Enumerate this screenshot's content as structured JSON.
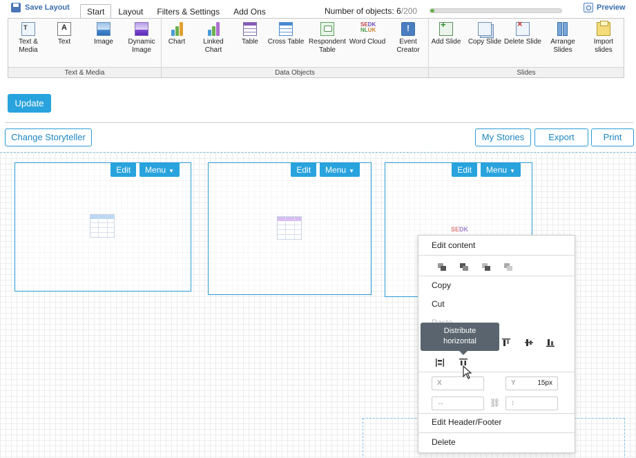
{
  "topbar": {
    "save_label": "Save Layout",
    "tabs": [
      {
        "label": "Start",
        "active": true
      },
      {
        "label": "Layout",
        "active": false
      },
      {
        "label": "Filters & Settings",
        "active": false
      },
      {
        "label": "Add Ons",
        "active": false
      }
    ],
    "objects_label": "Number of objects:",
    "objects_count": "6",
    "objects_max": "/200",
    "objects_fraction": 0.03,
    "preview_label": "Preview"
  },
  "ribbon": {
    "groups": [
      {
        "label": "Text & Media",
        "buttons": [
          "Text & Media",
          "Text",
          "Image",
          "Dynamic Image"
        ]
      },
      {
        "label": "Data Objects",
        "buttons": [
          "Chart",
          "Linked Chart",
          "Table",
          "Cross Table",
          "Respondent Table",
          "Word Cloud",
          "Event Creator"
        ]
      },
      {
        "label": "Slides",
        "buttons": [
          "Add Slide",
          "Copy Slide",
          "Delete Slide",
          "Arrange Slides",
          "Import slides"
        ]
      }
    ]
  },
  "actions": {
    "update_label": "Update",
    "change_storyteller_label": "Change Storyteller",
    "my_stories_label": "My Stories",
    "export_label": "Export",
    "print_label": "Print"
  },
  "slides": {
    "edit_label": "Edit",
    "menu_label": "Menu"
  },
  "context_menu": {
    "edit_content": "Edit content",
    "copy": "Copy",
    "cut": "Cut",
    "paste": "Paste",
    "x_label": "X",
    "x_value": "",
    "y_label": "Y",
    "y_value": "15px",
    "edit_header_footer": "Edit Header/Footer",
    "delete": "Delete"
  },
  "tooltip": {
    "text": "Distribute horizontal"
  },
  "colors": {
    "accent": "#29a3dd",
    "progress_fill": "#6ab04c",
    "tooltip_bg": "#5a646e"
  }
}
